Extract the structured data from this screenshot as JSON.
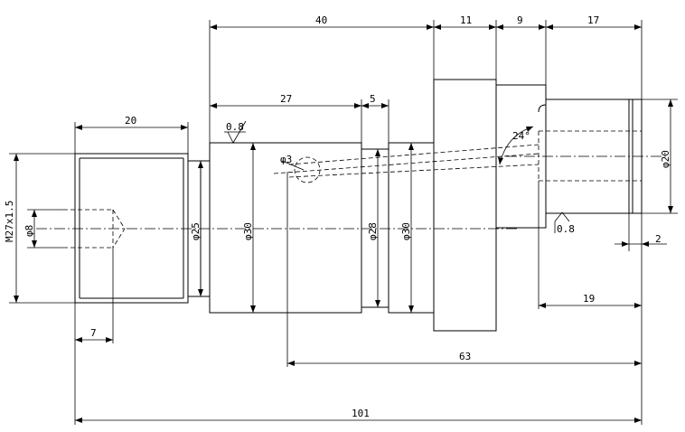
{
  "dimensions": {
    "d40": "40",
    "d11": "11",
    "d9": "9",
    "d17": "17",
    "d27": "27",
    "d5": "5",
    "d20": "20",
    "d7": "7",
    "d19": "19",
    "d63": "63",
    "d101": "101",
    "d2": "2"
  },
  "diameters": {
    "thread": "M27x1.5",
    "bore": "φ8",
    "d25": "φ25",
    "d30a": "φ30",
    "d28": "φ28",
    "d30b": "φ30",
    "d20": "φ20",
    "d3": "φ3"
  },
  "surface_finish": {
    "left": "0.8",
    "right": "0.8"
  },
  "angle": "24°"
}
